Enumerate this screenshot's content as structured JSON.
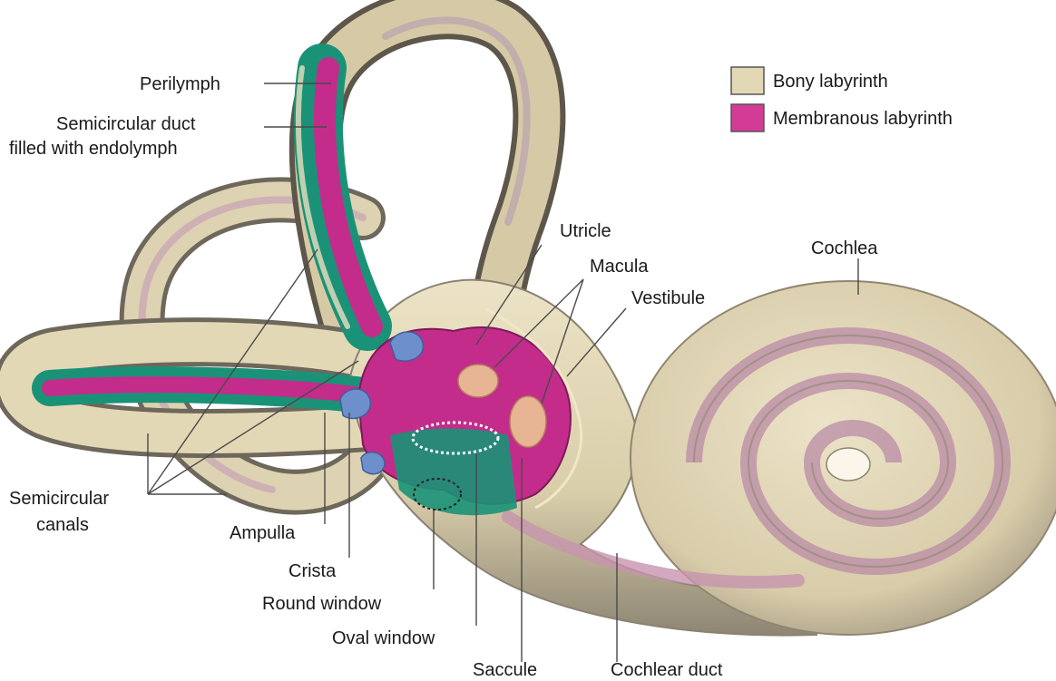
{
  "legend": {
    "items": [
      {
        "label": "Bony labyrinth",
        "color": "#e3d8b6"
      },
      {
        "label": "Membranous labyrinth",
        "color": "#d43b97"
      }
    ]
  },
  "labels": {
    "perilymph": "Perilymph",
    "semicircular_duct_line1": "Semicircular duct",
    "semicircular_duct_line2": "filled with endolymph",
    "utricle": "Utricle",
    "macula": "Macula",
    "vestibule": "Vestibule",
    "cochlea": "Cochlea",
    "semicircular_canals_line1": "Semicircular",
    "semicircular_canals_line2": "canals",
    "ampulla": "Ampulla",
    "crista": "Crista",
    "round_window": "Round window",
    "oval_window": "Oval window",
    "saccule": "Saccule",
    "cochlear_duct": "Cochlear duct"
  },
  "colors": {
    "bony": "#e3d8b6",
    "bony_shadow": "#7f7668",
    "membranous": "#c32c8b",
    "perilymph_fluid": "#1a9277",
    "cochlear_duct_tint": "#c794ae",
    "crista": "#6d8fcb",
    "macula": "#e7b593"
  }
}
